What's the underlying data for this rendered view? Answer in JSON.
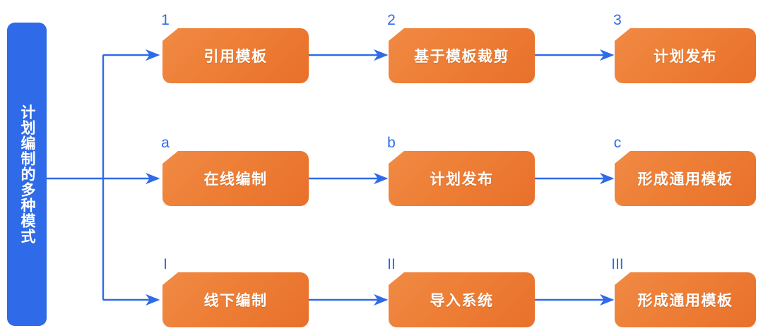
{
  "diagram": {
    "title": "计划编制的多种模式",
    "root": {
      "label": "计划编制的多种模式",
      "color": "#2F6BE8"
    },
    "colors": {
      "node_fill_light": "#F08A45",
      "node_fill_dark": "#E8702A",
      "connector": "#2F6BE8",
      "tag_text": "#2F6BE8",
      "node_text": "#FFFFFF",
      "background": "#FFFFFF"
    },
    "rows": [
      {
        "name": "row-template",
        "nodes": [
          {
            "tag": "1",
            "label": "引用模板"
          },
          {
            "tag": "2",
            "label": "基于模板裁剪"
          },
          {
            "tag": "3",
            "label": "计划发布"
          }
        ]
      },
      {
        "name": "row-online",
        "nodes": [
          {
            "tag": "a",
            "label": "在线编制"
          },
          {
            "tag": "b",
            "label": "计划发布"
          },
          {
            "tag": "c",
            "label": "形成通用模板"
          }
        ]
      },
      {
        "name": "row-offline",
        "nodes": [
          {
            "tag": "I",
            "label": "线下编制"
          },
          {
            "tag": "II",
            "label": "导入系统"
          },
          {
            "tag": "III",
            "label": "形成通用模板"
          }
        ]
      }
    ]
  }
}
